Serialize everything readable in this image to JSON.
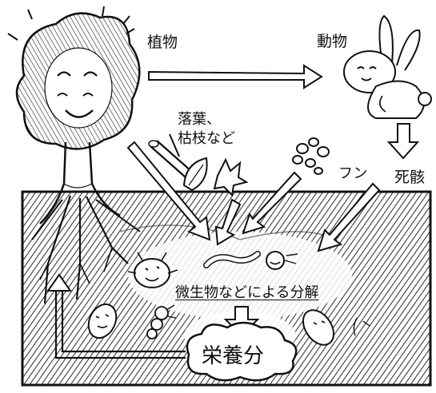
{
  "labels": {
    "plants": "植物",
    "animals": "動物",
    "litter_line1": "落葉、",
    "litter_line2": "枯枝など",
    "feces": "フン",
    "carcass": "死骸",
    "decomposition": "微生物などによる分解",
    "nutrients": "栄養分"
  },
  "colors": {
    "ink": "#111111",
    "soil_hatch": "#3a3a3a",
    "background": "#ffffff"
  },
  "icons": [
    "tree-icon",
    "rabbit-icon",
    "leaf-icon",
    "twig-icon",
    "feces-icon",
    "microbe-icon",
    "worm-icon",
    "cloud-icon"
  ]
}
